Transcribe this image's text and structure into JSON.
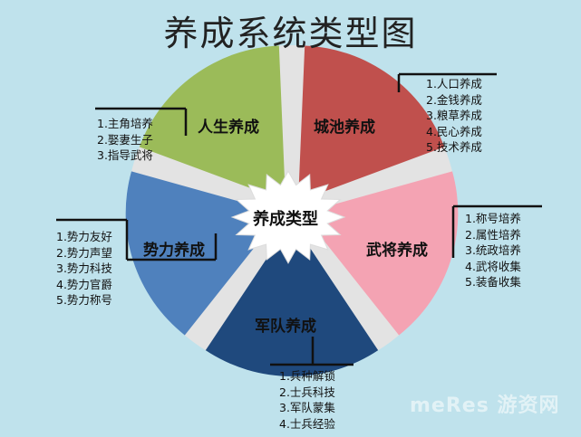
{
  "title": "养成系统类型图",
  "center": "养成类型",
  "segments": [
    {
      "label": "城池养成",
      "color": "#c0504d",
      "items": [
        "1.人口养成",
        "2.金钱养成",
        "3.粮草养成",
        "4.民心养成",
        "5.技术养成"
      ]
    },
    {
      "label": "武将养成",
      "color": "#f4a3b3",
      "items": [
        "1.称号培养",
        "2.属性培养",
        "3.统政培养",
        "4.武将收集",
        "5.装备收集"
      ]
    },
    {
      "label": "军队养成",
      "color": "#1f497d",
      "items": [
        "1.兵种解锁",
        "2.士兵科技",
        "3.军队蒙集",
        "4.士兵经验"
      ]
    },
    {
      "label": "势力养成",
      "color": "#4f81bd",
      "items": [
        "1.势力友好",
        "2.势力声望",
        "3.势力科技",
        "4.势力官爵",
        "5.势力称号"
      ]
    },
    {
      "label": "人生养成",
      "color": "#9bbb59",
      "items": [
        "1.主角培养",
        "2.娶妻生子",
        "3.指导武将"
      ]
    }
  ],
  "watermark": "meRes 游资网"
}
